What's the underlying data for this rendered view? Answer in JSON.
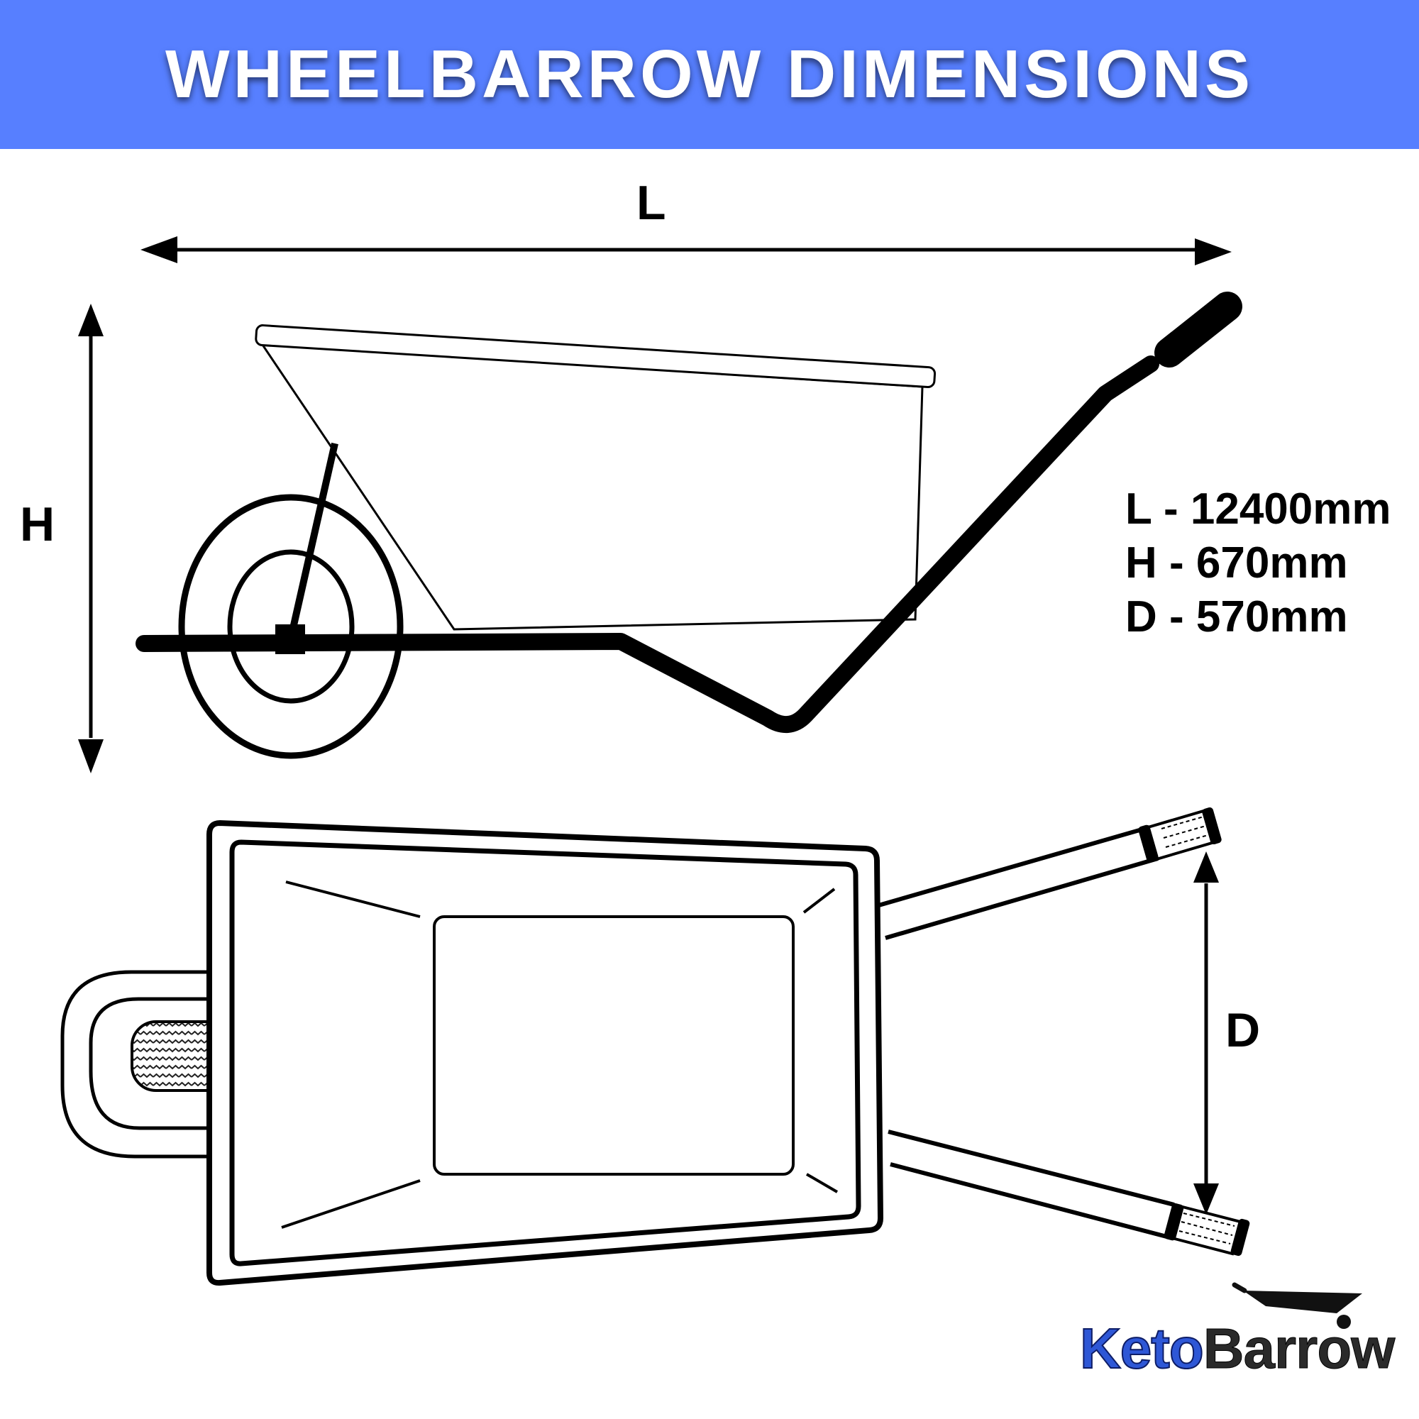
{
  "header": {
    "title": "WHEELBARROW DIMENSIONS",
    "background_color": "#577fff"
  },
  "labels": {
    "length": "L",
    "height": "H",
    "depth": "D"
  },
  "specs": [
    "L - 12400mm",
    "H - 670mm",
    "D - 570mm"
  ],
  "logo": {
    "part1": "Keto",
    "part2": "Barrow",
    "icon": "wheelbarrow-icon"
  }
}
